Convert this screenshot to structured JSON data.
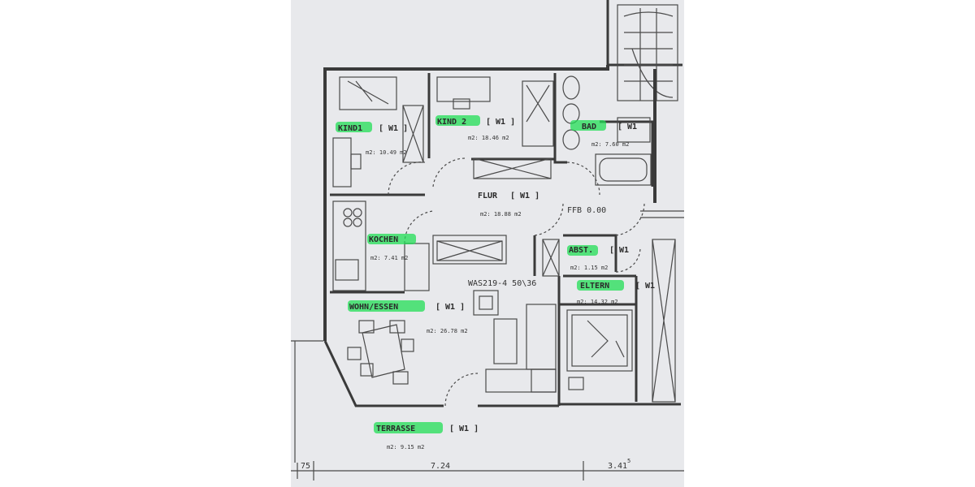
{
  "plan": {
    "rooms": [
      {
        "id": "kind1",
        "name": "KIND1",
        "tag": "[ W1 ]",
        "area": "m2: 10.49 m2"
      },
      {
        "id": "kind2",
        "name": "KIND 2",
        "tag": "[ W1 ]",
        "area": "m2: 18.46 m2"
      },
      {
        "id": "bad",
        "name": "BAD",
        "tag": "[ W1",
        "area": "m2: 7.60 m2"
      },
      {
        "id": "flur",
        "name": "FLUR",
        "tag": "[ W1 ]",
        "area": "m2: 18.88 m2"
      },
      {
        "id": "kochen",
        "name": "KOCHEN",
        "tag": "",
        "area": "m2: 7.41 m2"
      },
      {
        "id": "abst",
        "name": "ABST.",
        "tag": "[ W1",
        "area": "m2: 1.15 m2"
      },
      {
        "id": "eltern",
        "name": "ELTERN",
        "tag": "[ W1",
        "area": "m2: 14.32 m2"
      },
      {
        "id": "wohn",
        "name": "WOHN/ESSEN",
        "tag": "[ W1 ]",
        "area": "m2: 26.78 m2"
      },
      {
        "id": "terrasse",
        "name": "TERRASSE",
        "tag": "[ W1 ]",
        "area": "m2: 9.15 m2"
      }
    ],
    "ffb_label": "FFB 0.00",
    "was_label": "WAS219-4 50\\36",
    "dimensions": [
      "75",
      "7.24",
      "3.41"
    ],
    "dimension_super": "5",
    "highlight_color": "#22dd55"
  }
}
